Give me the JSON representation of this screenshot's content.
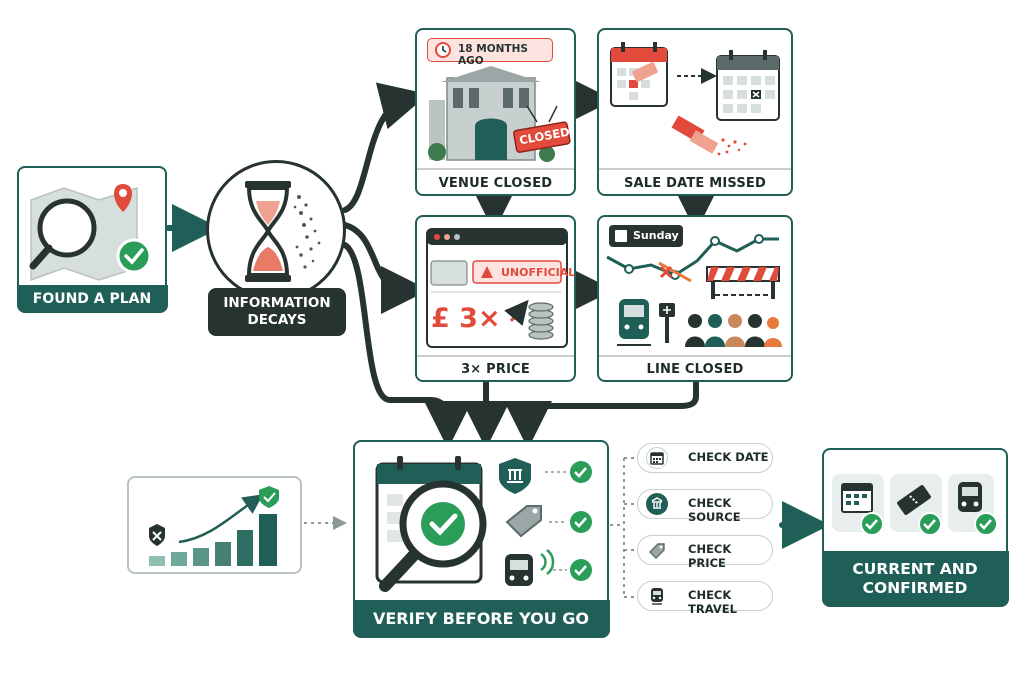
{
  "nodes": {
    "found_plan": "FOUND A PLAN",
    "info_decays": "INFORMATION DECAYS",
    "venue_closed": "VENUE CLOSED",
    "sale_missed": "SALE DATE MISSED",
    "price": "3× PRICE",
    "line_closed": "LINE CLOSED",
    "verify": "VERIFY BEFORE YOU GO",
    "current": "CURRENT AND CONFIRMED"
  },
  "panel_text": {
    "months_ago": "18 MONTHS AGO",
    "closed_sign": "CLOSED",
    "unofficial": "UNOFFICIAL",
    "price_mult": "£ 3×",
    "sunday": "Sunday"
  },
  "checks": [
    "CHECK DATE",
    "CHECK SOURCE",
    "CHECK PRICE",
    "CHECK TRAVEL"
  ],
  "colors": {
    "primary": "#1f5f57",
    "accent_red": "#e24a3b",
    "check_green": "#2a9d58",
    "dark": "#263331",
    "muted": "#b8c3c2"
  }
}
